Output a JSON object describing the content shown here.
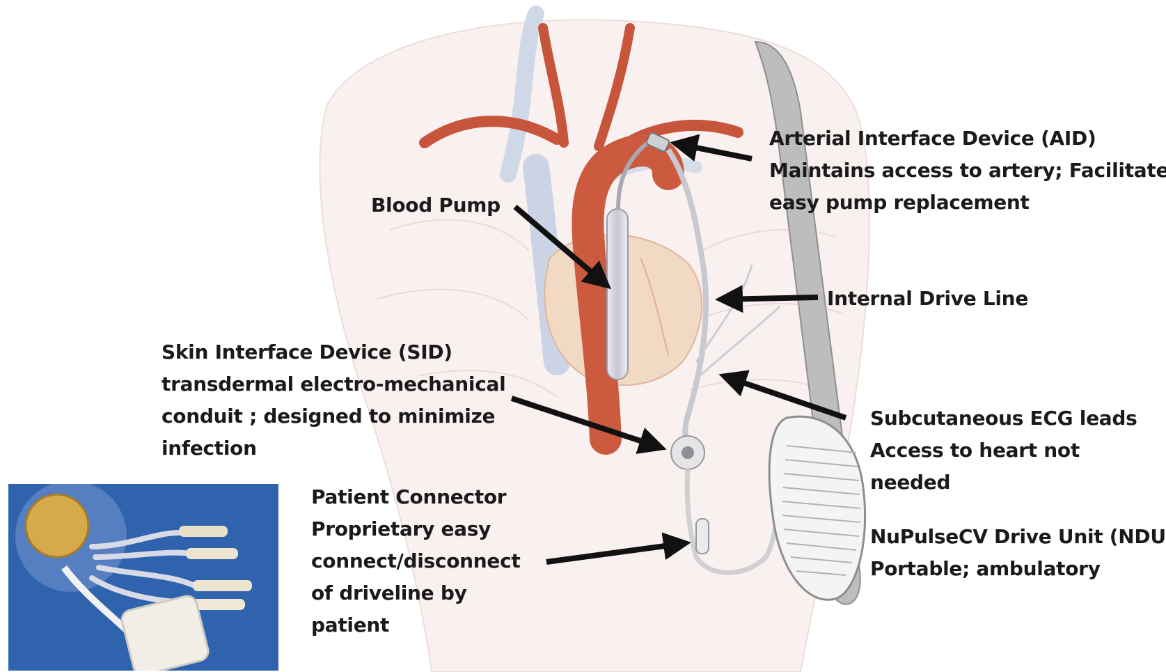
{
  "labels": {
    "aid": {
      "title": "Arterial Interface Device (AID)",
      "line2": "Maintains access to artery; Facilitates",
      "line3": "easy pump replacement"
    },
    "blood_pump": {
      "title": "Blood Pump"
    },
    "internal_drive_line": {
      "title": "Internal Drive Line"
    },
    "sid": {
      "title": "Skin Interface Device (SID)",
      "line2": "transdermal electro-mechanical",
      "line3": "conduit ; designed to minimize",
      "line4": "infection"
    },
    "ecg": {
      "title": "Subcutaneous ECG leads",
      "line2": "Access to heart not",
      "line3": "needed"
    },
    "connector": {
      "title": "Patient Connector",
      "line2": "Proprietary easy",
      "line3": "connect/disconnect",
      "line4": "of driveline by",
      "line5": "patient"
    },
    "ndu": {
      "title": "NuPulseCV Drive Unit (NDU)",
      "line2": "Portable; ambulatory"
    }
  },
  "colors": {
    "artery": "#c8553d",
    "vein": "#c9d3e3",
    "torso": "#f8eeee",
    "pump": "#d4d4dc",
    "strap": "#b9b9bb",
    "photo_bg": "#2f63ad"
  }
}
